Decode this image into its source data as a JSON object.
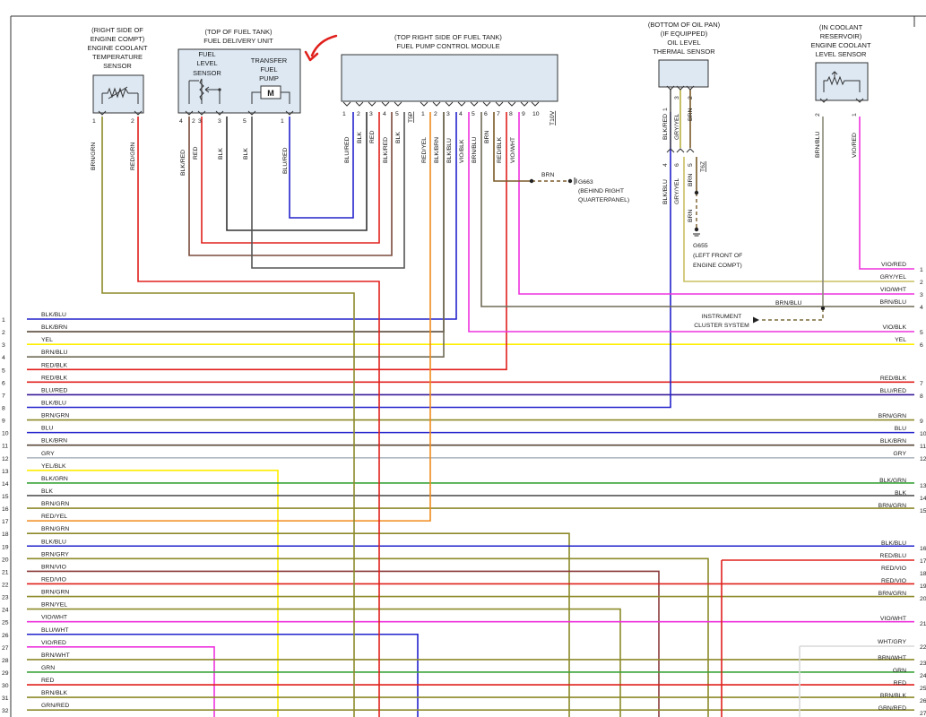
{
  "components": {
    "ect": {
      "lines": [
        "(RIGHT SIDE OF",
        "ENGINE COMPT)",
        "ENGINE COOLANT",
        "TEMPERATURE",
        "SENSOR"
      ]
    },
    "fdu": {
      "lines": [
        "(TOP OF FUEL TANK)",
        "FUEL DELIVERY UNIT"
      ],
      "level_lines": [
        "FUEL",
        "LEVEL",
        "SENSOR"
      ],
      "pump_lines": [
        "TRANSFER",
        "FUEL",
        "PUMP"
      ],
      "motor": "M"
    },
    "fpcm": {
      "lines": [
        "(TOP RIGHT SIDE OF FUEL TANK)",
        "FUEL PUMP CONTROL MODULE"
      ]
    },
    "oil": {
      "lines": [
        "(BOTTOM OF OIL PAN)",
        "(IF EQUIPPED)",
        "OIL LEVEL",
        "THERMAL SENSOR"
      ]
    },
    "cls": {
      "lines": [
        "(IN COOLANT",
        "RESERVOIR)",
        "ENGINE COOLANT",
        "LEVEL SENSOR"
      ]
    }
  },
  "pins": {
    "ect": [
      "1",
      "2"
    ],
    "fdu": [
      "4",
      "2",
      "3",
      "3",
      "5",
      "1"
    ],
    "fpcm_a": [
      "1",
      "2",
      "3",
      "4",
      "5",
      "T5P"
    ],
    "fpcm_b": [
      "1",
      "2",
      "3",
      "4",
      "5",
      "6",
      "7",
      "8",
      "9",
      "10",
      "T10V"
    ],
    "oil_top": [
      "1",
      "3",
      "2"
    ],
    "oil_bottom": [
      "4",
      "6",
      "5",
      "T6Z"
    ],
    "cls": [
      "2",
      "1"
    ]
  },
  "wire_labels": {
    "ect": [
      "BRN/GRN",
      "RED/GRN"
    ],
    "fdu": [
      "BLK/RED",
      "RED",
      "BLK",
      "BLK",
      "BLU/RED"
    ],
    "fpcm": [
      "BLU/RED",
      "BLK",
      "RED",
      "BLK/RED",
      "BLK",
      "RED/YEL",
      "BLK/BRN",
      "BLK/BLU",
      "VIO/BLK",
      "BRN/BLU",
      "BRN",
      "RED/BLK",
      "VIO/WHT"
    ],
    "oil_top": [
      "BLK/RED",
      "GRY/YEL",
      "BRN"
    ],
    "oil_bottom": [
      "BLK/BLU",
      "GRY/YEL",
      "BRN"
    ],
    "oil_ground": "BRN",
    "cls": [
      "BRN/BLU",
      "VIO/RED"
    ]
  },
  "grounds": {
    "g663": {
      "wire": "BRN",
      "name": "G663",
      "lines": [
        "(BEHIND RIGHT",
        "QUARTERPANEL)"
      ]
    },
    "g655": {
      "name": "G655",
      "lines": [
        "(LEFT FRONT OF",
        "ENGINE COMPT)"
      ]
    }
  },
  "instrument_cluster": {
    "lines": [
      "INSTRUMENT",
      "CLUSTER SYSTEM"
    ]
  },
  "left_connector": [
    {
      "pin": "1",
      "label": "BLK/BLU"
    },
    {
      "pin": "2",
      "label": "BLK/BRN"
    },
    {
      "pin": "3",
      "label": "YEL"
    },
    {
      "pin": "4",
      "label": "BRN/BLU"
    },
    {
      "pin": "5",
      "label": "RED/BLK"
    },
    {
      "pin": "6",
      "label": "RED/BLK"
    },
    {
      "pin": "7",
      "label": "BLU/RED"
    },
    {
      "pin": "8",
      "label": "BLK/BLU"
    },
    {
      "pin": "9",
      "label": "BRN/GRN"
    },
    {
      "pin": "10",
      "label": "BLU"
    },
    {
      "pin": "11",
      "label": "BLK/BRN"
    },
    {
      "pin": "12",
      "label": "GRY"
    },
    {
      "pin": "13",
      "label": "YEL/BLK"
    },
    {
      "pin": "14",
      "label": "BLK/GRN"
    },
    {
      "pin": "15",
      "label": "BLK"
    },
    {
      "pin": "16",
      "label": "BRN/GRN"
    },
    {
      "pin": "17",
      "label": "RED/YEL"
    },
    {
      "pin": "18",
      "label": "BRN/GRN"
    },
    {
      "pin": "19",
      "label": "BLK/BLU"
    },
    {
      "pin": "20",
      "label": "BRN/GRY"
    },
    {
      "pin": "21",
      "label": "BRN/VIO"
    },
    {
      "pin": "22",
      "label": "RED/VIO"
    },
    {
      "pin": "23",
      "label": "BRN/GRN"
    },
    {
      "pin": "24",
      "label": "BRN/YEL"
    },
    {
      "pin": "25",
      "label": "VIO/WHT"
    },
    {
      "pin": "26",
      "label": "BLU/WHT"
    },
    {
      "pin": "27",
      "label": "VIO/RED"
    },
    {
      "pin": "28",
      "label": "BRN/WHT"
    },
    {
      "pin": "29",
      "label": "GRN"
    },
    {
      "pin": "30",
      "label": "RED"
    },
    {
      "pin": "31",
      "label": "BRN/BLK"
    },
    {
      "pin": "32",
      "label": "GRN/RED"
    }
  ],
  "right_connector": [
    {
      "pin": "1",
      "label": "VIO/RED"
    },
    {
      "pin": "2",
      "label": "GRY/YEL"
    },
    {
      "pin": "3",
      "label": "VIO/WHT"
    },
    {
      "pin": "4",
      "label": "BRN/BLU"
    },
    {
      "pin": "5",
      "label": "VIO/BLK"
    },
    {
      "pin": "6",
      "label": "YEL"
    },
    {
      "pin": "7",
      "label": "RED/BLK"
    },
    {
      "pin": "8",
      "label": "BLU/RED"
    },
    {
      "pin": "9",
      "label": "BRN/GRN"
    },
    {
      "pin": "10",
      "label": "BLU"
    },
    {
      "pin": "11",
      "label": "BLK/BRN"
    },
    {
      "pin": "12",
      "label": "GRY"
    },
    {
      "pin": "13",
      "label": "BLK/GRN"
    },
    {
      "pin": "14",
      "label": "BLK"
    },
    {
      "pin": "15",
      "label": "BRN/GRN"
    },
    {
      "pin": "16",
      "label": "BLK/BLU"
    },
    {
      "pin": "17",
      "label": "RED/BLU"
    },
    {
      "pin": "18",
      "label": "RED/VIO"
    },
    {
      "pin": "19",
      "label": "RED/VIO"
    },
    {
      "pin": "20",
      "label": "BRN/GRN"
    },
    {
      "pin": "21",
      "label": "VIO/WHT"
    },
    {
      "pin": "22",
      "label": "WHT/GRY"
    },
    {
      "pin": "23",
      "label": "BRN/WHT"
    },
    {
      "pin": "24",
      "label": "GRN"
    },
    {
      "pin": "25",
      "label": "RED"
    },
    {
      "pin": "26",
      "label": "BRN/BLK"
    },
    {
      "pin": "27",
      "label": "GRN/RED"
    }
  ],
  "extra_labels": {
    "brn_blu_cluster": "BRN/BLU"
  },
  "colors": {
    "BLK": "#333333",
    "BRN": "#7a5a28",
    "RED": "#e0201c",
    "BLU": "#2222cc",
    "GRN": "#3aa33a",
    "YEL": "#ffee00",
    "VIO": "#ee33dd",
    "GRY": "#9a9a9a",
    "WHT": "#d8d8d8",
    "OLIVE": "#8c8a2a",
    "annotation_arrow": "#e0201c"
  }
}
